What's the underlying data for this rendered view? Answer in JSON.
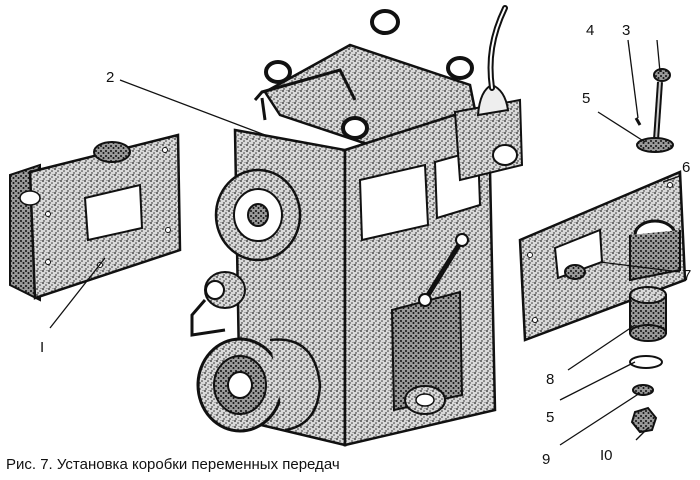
{
  "figure": {
    "caption": "Рис. 7. Установка коробки переменных передач",
    "callouts": {
      "c2": "2",
      "c3": "3",
      "c4": "4",
      "c5a": "5",
      "c6": "6",
      "c7": "7",
      "c1": "I",
      "c8": "8",
      "c5b": "5",
      "c9": "9",
      "c10": "I0"
    },
    "colors": {
      "ink": "#1a1a1a",
      "paper": "#ffffff",
      "shade": "#7a7a7a"
    }
  }
}
